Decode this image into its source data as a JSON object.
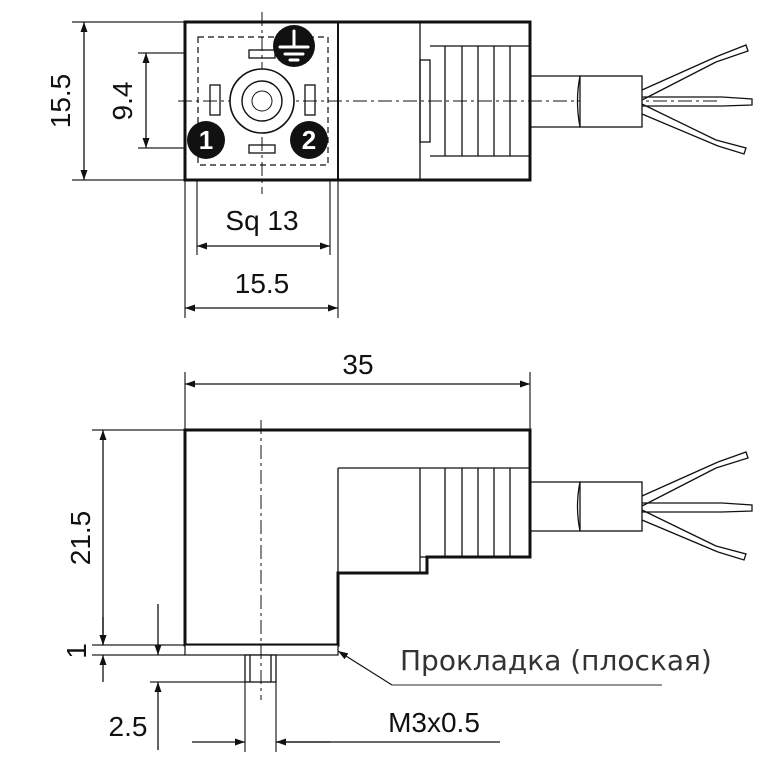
{
  "top_view": {
    "dim_height_outer": "15.5",
    "dim_height_inner": "9.4",
    "dim_square": "Sq 13",
    "dim_width": "15.5",
    "pin_1": "1",
    "pin_2": "2",
    "ground_icon": "ground-icon"
  },
  "side_view": {
    "dim_length": "35",
    "dim_height": "21.5",
    "dim_gasket": "1",
    "dim_screw_len": "2.5",
    "dim_thread": "M3x0.5",
    "gasket_label": "Прокладка (плоская)"
  }
}
